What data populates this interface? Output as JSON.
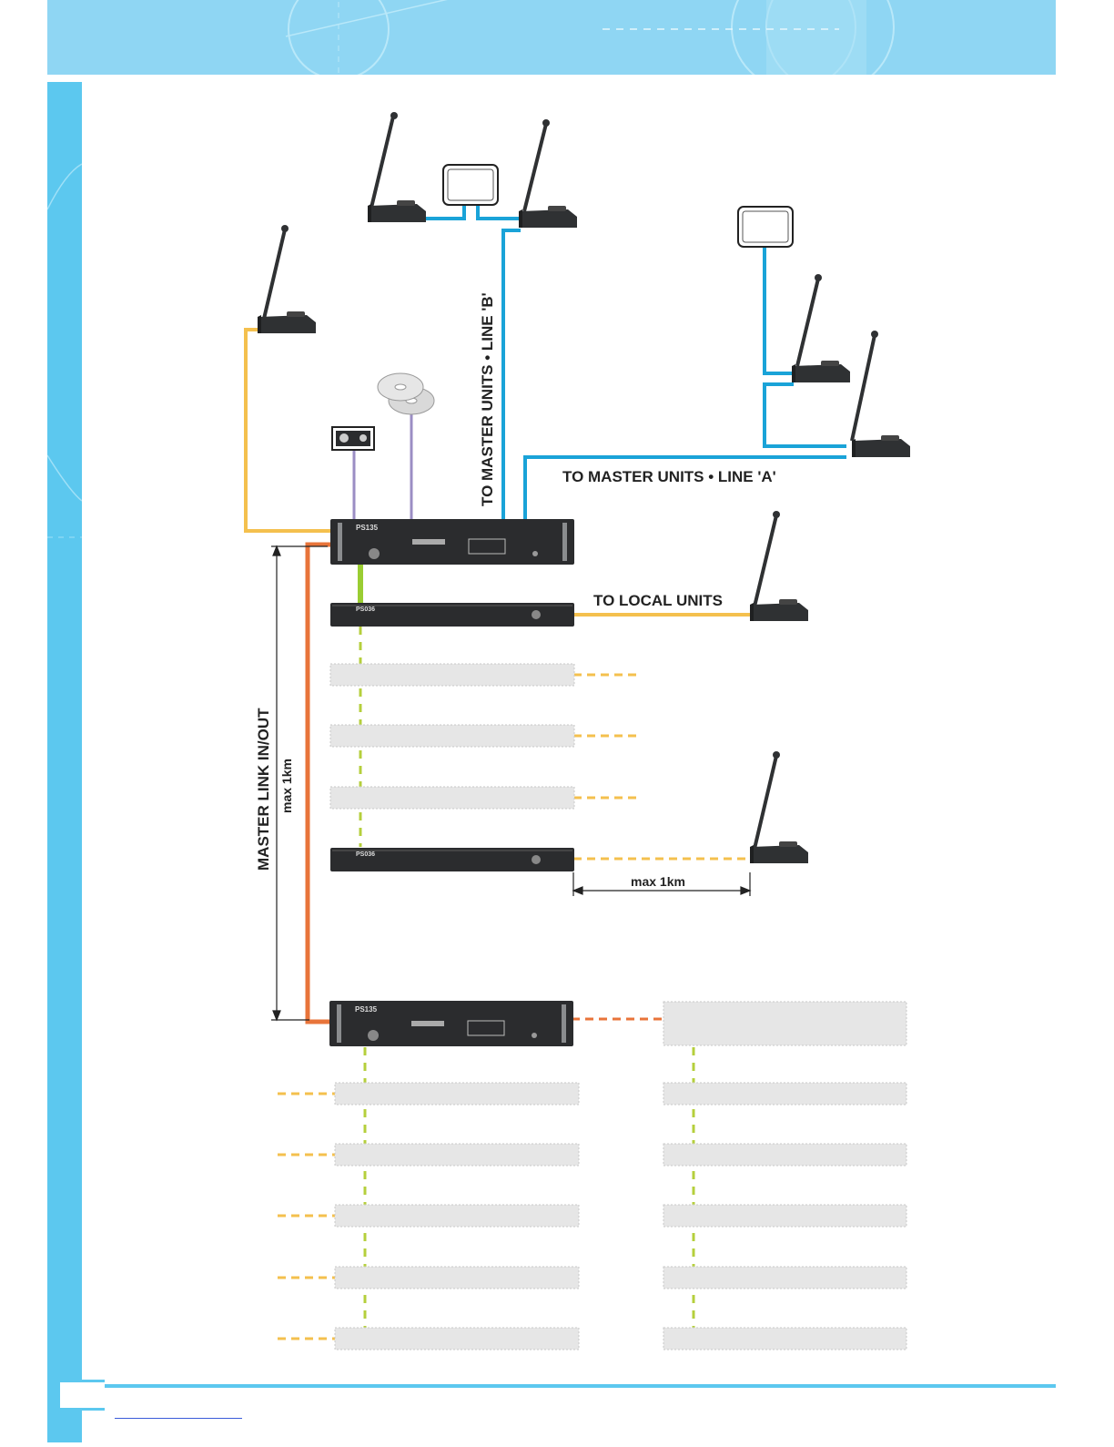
{
  "labels": {
    "line_b": "TO MASTER UNITS • LINE 'B'",
    "line_a": "TO MASTER UNITS • LINE 'A'",
    "local_units": "TO LOCAL UNITS",
    "master_link": "MASTER LINK IN/OUT",
    "max_vertical": "max 1km",
    "max_horizontal": "max 1km"
  },
  "devices": {
    "master_controller_model": "PS135",
    "zone_module_model": "PS036"
  },
  "colors": {
    "line_blue": "#1aa3d8",
    "line_yellow": "#f4c04e",
    "line_orange": "#e8743a",
    "line_green": "#9acd32",
    "line_purple": "#9b8ec4",
    "banner": "#8fd6f3",
    "strip": "#5cc8ef",
    "placeholder_fill": "#e6e6e6"
  },
  "icons": [
    "microphone-icon",
    "monitor-icon",
    "cd-icon",
    "cassette-icon"
  ]
}
